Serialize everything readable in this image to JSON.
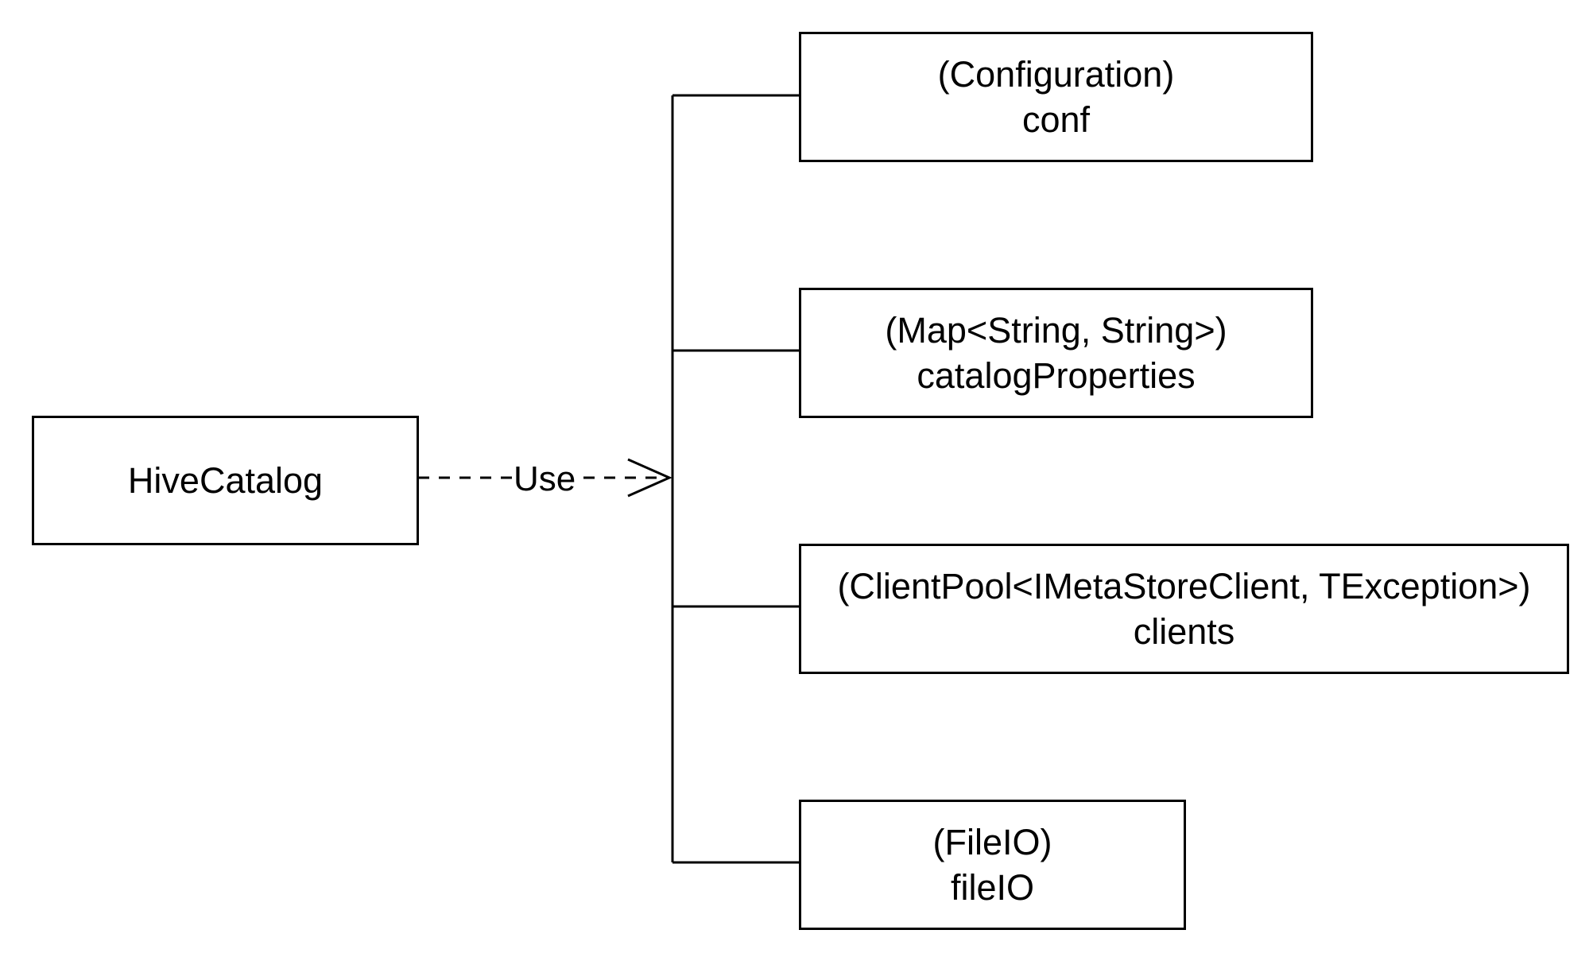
{
  "diagram": {
    "source": {
      "label": "HiveCatalog"
    },
    "edge": {
      "label": "Use",
      "style": "dashed",
      "arrowhead": "open-arrow"
    },
    "targets": [
      {
        "type_label": "(Configuration)",
        "name_label": "conf"
      },
      {
        "type_label": "(Map<String, String>)",
        "name_label": "catalogProperties"
      },
      {
        "type_label": "(ClientPool<IMetaStoreClient, TException>)",
        "name_label": "clients"
      },
      {
        "type_label": "(FileIO)",
        "name_label": "fileIO"
      }
    ]
  }
}
